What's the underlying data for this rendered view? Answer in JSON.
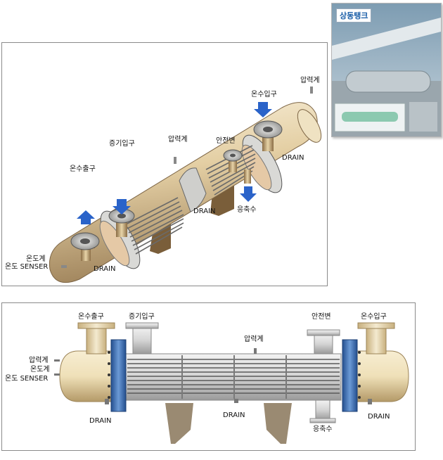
{
  "top_diagram": {
    "labels": {
      "hot_water_inlet": "온수입구",
      "pressure_gauge_right": "압력계",
      "safety_valve": "안전변",
      "steam_inlet": "증기입구",
      "pressure_gauge_mid": "압력계",
      "drain_right": "DRAIN",
      "hot_water_outlet": "온수출구",
      "drain_mid": "DRAIN",
      "condensate": "응축수",
      "thermometer": "온도계",
      "temp_sensor": "온도 SENSER",
      "drain_left": "DRAIN"
    }
  },
  "bottom_diagram": {
    "labels": {
      "hot_water_outlet": "온수출구",
      "steam_inlet": "증기입구",
      "safety_valve": "안전변",
      "hot_water_inlet": "온수입구",
      "pressure_gauge_top": "압력계",
      "pressure_gauge_left": "압력계",
      "thermometer": "온도계",
      "temp_sensor": "온도 SENSER",
      "drain_left": "DRAIN",
      "drain_mid": "DRAIN",
      "condensate": "응축수",
      "drain_right": "DRAIN"
    }
  },
  "photo": {
    "title": "상동탱크"
  },
  "colors": {
    "shell_light": "#f6ecd2",
    "shell_dark": "#b89a6a",
    "flange_blue": "#3d6fb5",
    "arrow_blue": "#2a63c9"
  }
}
